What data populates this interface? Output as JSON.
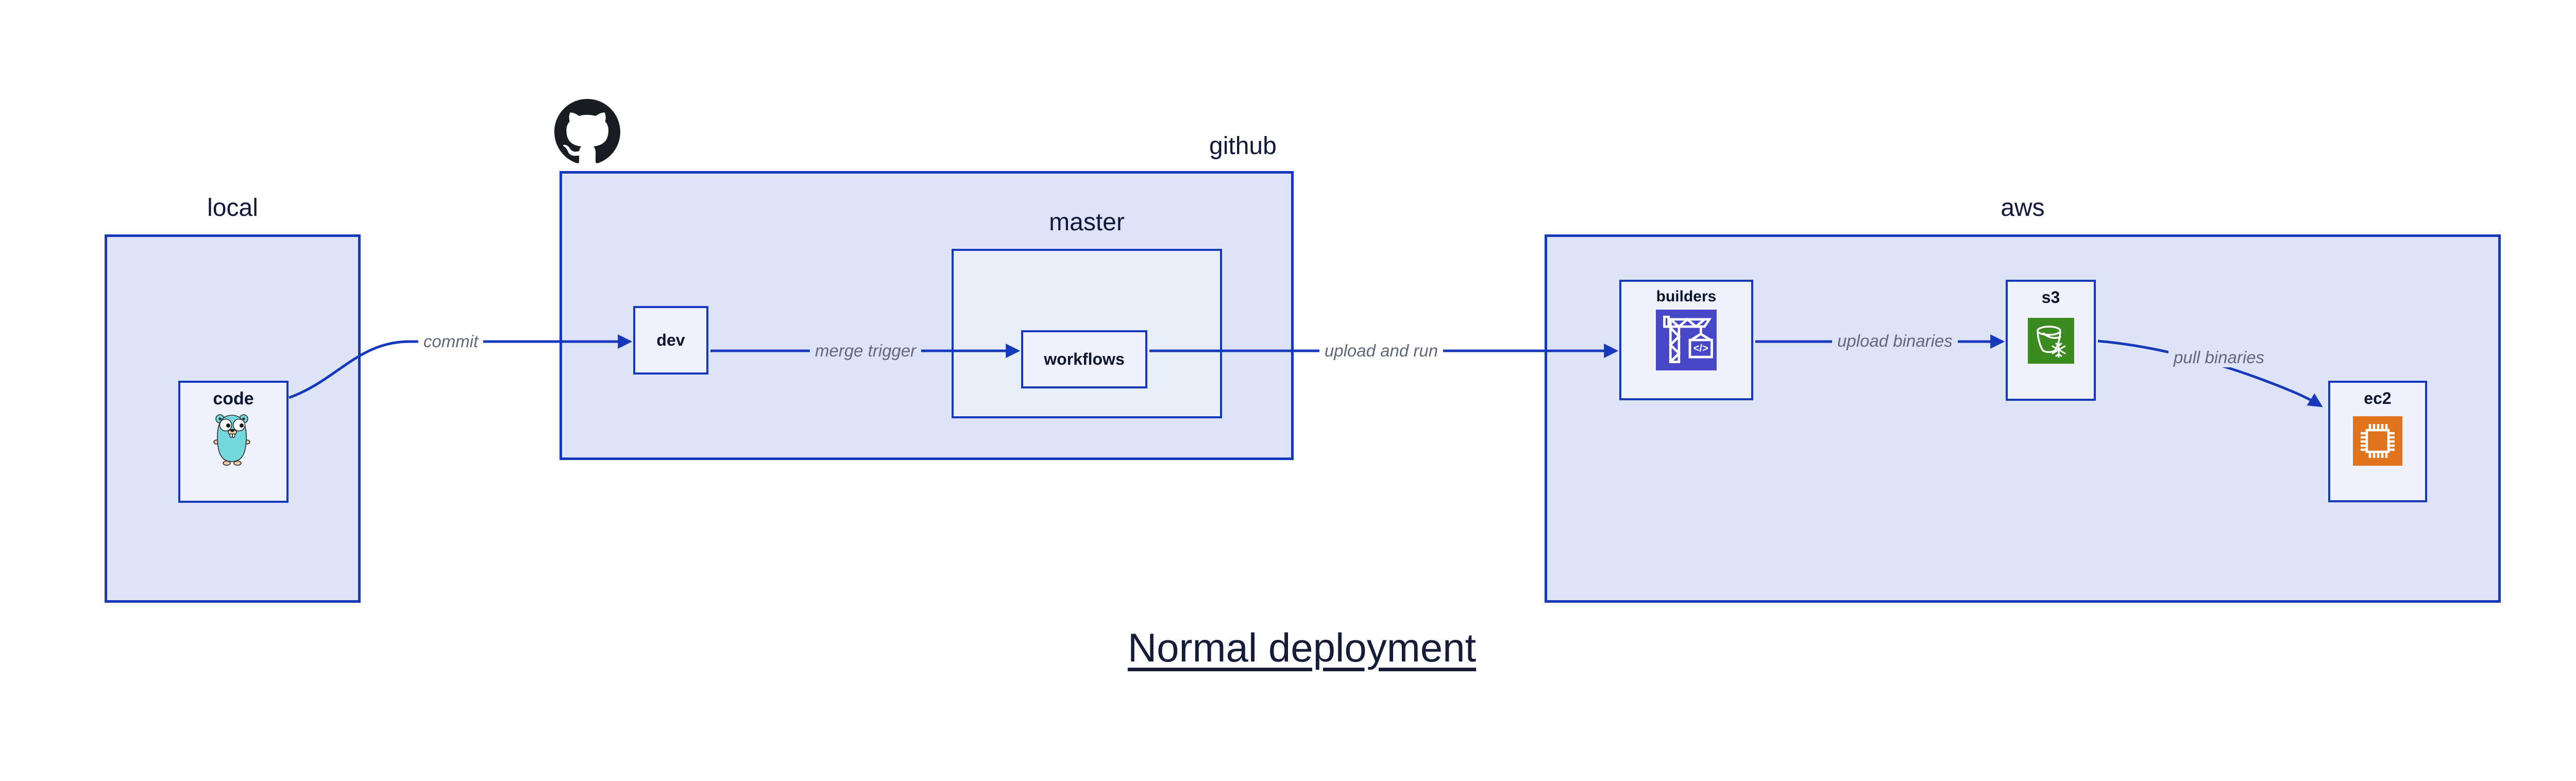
{
  "diagram": {
    "title": "Normal deployment",
    "containers": {
      "local": {
        "label": "local"
      },
      "github": {
        "label": "github"
      },
      "master": {
        "label": "master"
      },
      "aws": {
        "label": "aws"
      }
    },
    "nodes": {
      "code": {
        "label": "code"
      },
      "dev": {
        "label": "dev"
      },
      "workflows": {
        "label": "workflows"
      },
      "builders": {
        "label": "builders"
      },
      "s3": {
        "label": "s3"
      },
      "ec2": {
        "label": "ec2"
      }
    },
    "edges": {
      "commit": {
        "label": "commit"
      },
      "merge_trigger": {
        "label": "merge trigger"
      },
      "upload_and_run": {
        "label": "upload and run"
      },
      "upload_binaries": {
        "label": "upload binaries"
      },
      "pull_binaries": {
        "label": "pull binaries"
      }
    },
    "icons": {
      "github_octocat": "github-octocat-icon",
      "go_gopher": "go-gopher-icon",
      "codebuild_crane": "codebuild-crane-icon",
      "codebuild_glyph": "</>",
      "s3_glacier_bucket": "s3-glacier-bucket-icon",
      "ec2_chip": "ec2-chip-icon"
    },
    "colors": {
      "edge_blue": "#1639bc",
      "container_fill": "#dee4f8",
      "master_fill": "#e9eefb",
      "node_fill": "#eff2fc",
      "label_navy": "#10173a",
      "edge_label_gray": "#60687a",
      "builders_icon_bg": "#4747c8",
      "s3_icon_bg": "#3c8b20",
      "ec2_icon_bg": "#e0741d",
      "gopher_teal": "#74d7de",
      "octocat_black": "#191d23"
    }
  }
}
